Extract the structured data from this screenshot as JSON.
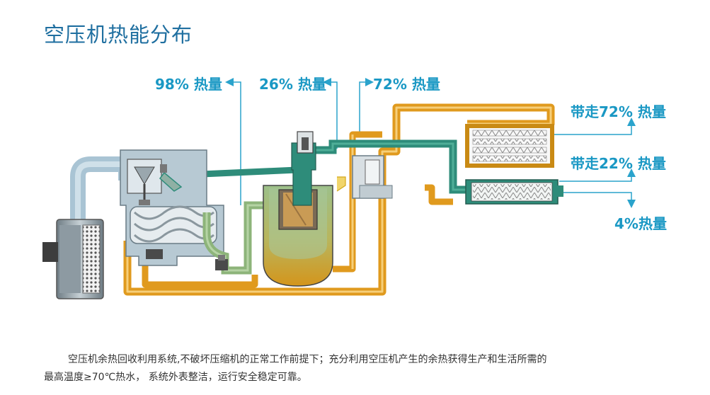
{
  "title": "空压机热能分布",
  "heat_labels": {
    "top_left": "98% 热量",
    "top_middle": "26% 热量",
    "top_right": "72% 热量",
    "carry_72": "带走72% 热量",
    "carry_22": "带走22% 热量",
    "remain_4": "4%热量"
  },
  "description": {
    "line1": "空压机余热回收利用系统,不破坏压缩机的正常工作前提下；充分利用空压机产生的余热获得生产和生活所需的",
    "line2": "最高温度≥70℃热水，  系统外表整洁，运行安全稳定可靠。"
  },
  "colors": {
    "title": "#1f6fa0",
    "label": "#1a98c4",
    "arrow": "#2aa3cc",
    "oil_pipe": "#e09a1e",
    "oil_pipe_light": "#f6cf7a",
    "teal_pipe": "#2e8c7a",
    "gray_pipe": "#a9c4d4",
    "green_tank": "#8db47a"
  }
}
